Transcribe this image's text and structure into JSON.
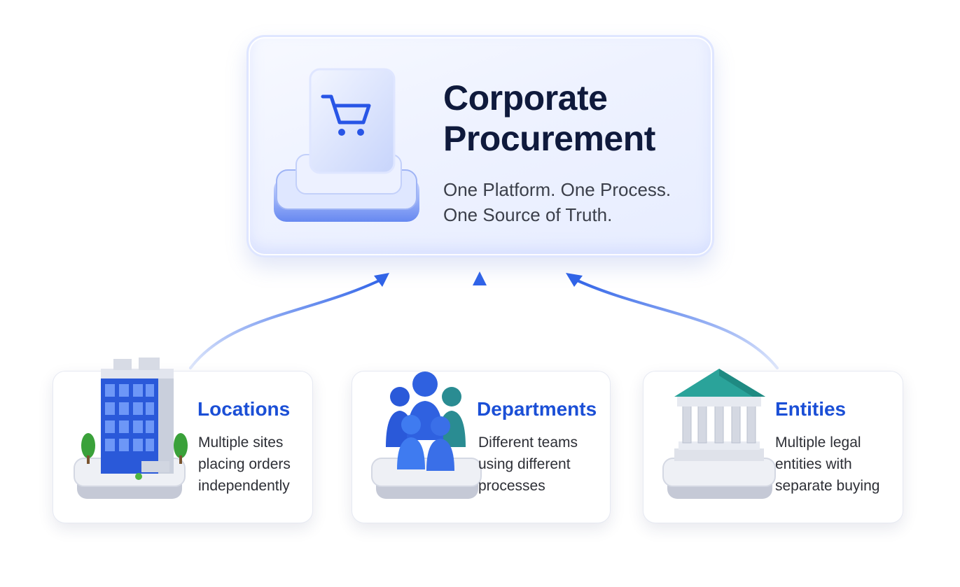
{
  "hub": {
    "title_line1": "Corporate",
    "title_line2": "Procurement",
    "tagline_line1": "One Platform. One Process.",
    "tagline_line2": "One Source of Truth.",
    "icon": "shopping-cart-icon"
  },
  "sources": [
    {
      "title": "Locations",
      "desc_line1": "Multiple sites",
      "desc_line2": "placing orders",
      "desc_line3": "independently",
      "icon": "office-building-icon"
    },
    {
      "title": "Departments",
      "desc_line1": "Different teams",
      "desc_line2": "using different",
      "desc_line3": "processes",
      "icon": "people-group-icon"
    },
    {
      "title": "Entities",
      "desc_line1": "Multiple legal",
      "desc_line2": "entities with",
      "desc_line3": "separate buying",
      "icon": "bank-building-icon"
    }
  ],
  "colors": {
    "accent_blue": "#1b4fd6",
    "arrow_blue": "#2f63e8",
    "title_navy": "#0f1a3c",
    "teal_roof": "#2aa39a"
  }
}
